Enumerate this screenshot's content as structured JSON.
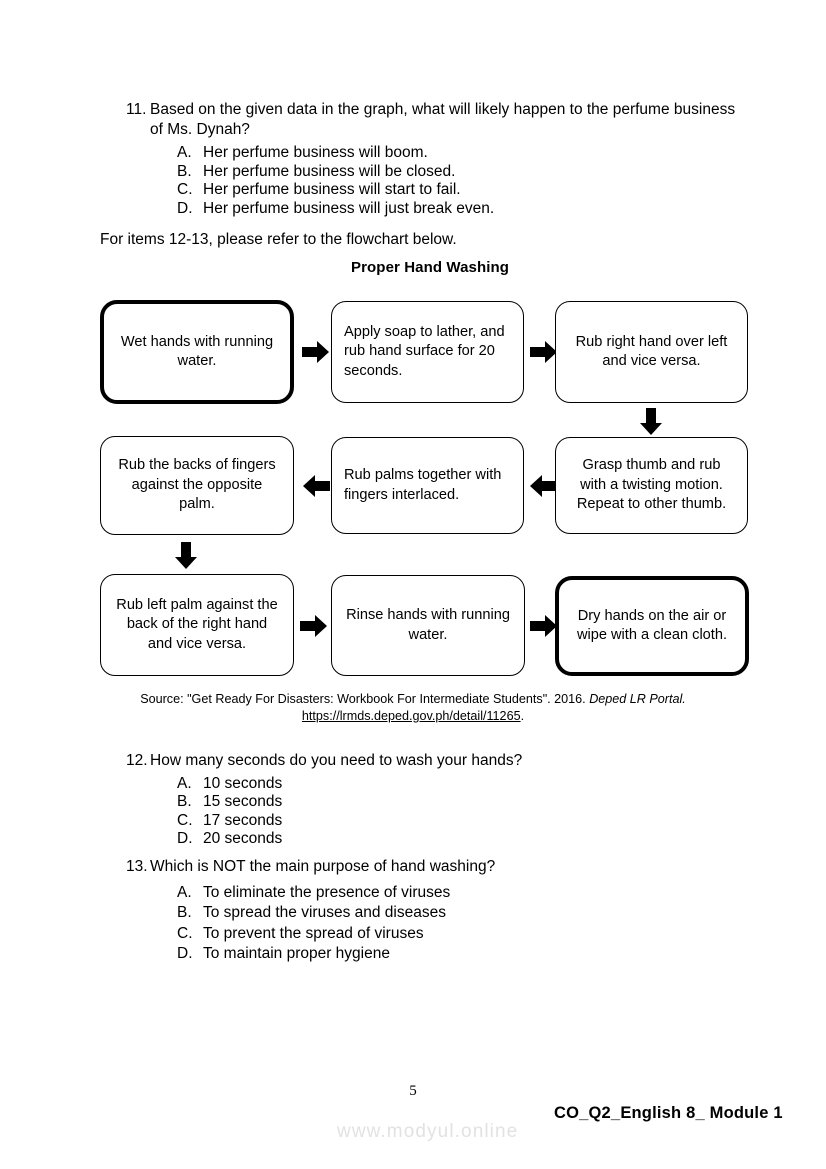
{
  "document": {
    "page_number": "5",
    "module_footer": "CO_Q2_English 8_ Module 1",
    "watermark": "www.modyul.online"
  },
  "question_11": {
    "number": "11.",
    "text_line_1": "Based on the given data in the graph, what will likely happen to the perfume business",
    "text_line_2": "of Ms. Dynah?",
    "options": [
      {
        "letter": "A.",
        "text": "Her perfume business will boom."
      },
      {
        "letter": "B.",
        "text": "Her perfume business will be closed."
      },
      {
        "letter": "C.",
        "text": "Her perfume business will start to fail."
      },
      {
        "letter": "D.",
        "text": "Her perfume business will just break even."
      }
    ]
  },
  "flowchart_intro": "For items 12-13, please refer to the flowchart below.",
  "flowchart": {
    "title": "Proper Hand Washing",
    "steps": [
      {
        "id": 1,
        "text": "Wet hands with running water.",
        "emphasis": true,
        "align": "center"
      },
      {
        "id": 2,
        "text": "Apply soap to lather, and rub hand surface for 20 seconds.",
        "emphasis": false,
        "align": "left"
      },
      {
        "id": 3,
        "text": "Rub right hand over left and vice versa.",
        "emphasis": false,
        "align": "center"
      },
      {
        "id": 4,
        "text": "Grasp thumb and rub with a twisting motion. Repeat to other thumb.",
        "emphasis": false,
        "align": "center"
      },
      {
        "id": 5,
        "text": "Rub palms together with fingers interlaced.",
        "emphasis": false,
        "align": "left"
      },
      {
        "id": 6,
        "text": "Rub the backs of fingers against the opposite palm.",
        "emphasis": false,
        "align": "center"
      },
      {
        "id": 7,
        "text": "Rub left palm against the back of the right hand and vice versa.",
        "emphasis": false,
        "align": "center"
      },
      {
        "id": 8,
        "text": "Rinse hands with running water.",
        "emphasis": false,
        "align": "center"
      },
      {
        "id": 9,
        "text": "Dry hands on the air or wipe with a clean cloth.",
        "emphasis": true,
        "align": "center"
      }
    ],
    "arrows": [
      {
        "id": "a1",
        "direction": "right"
      },
      {
        "id": "a2",
        "direction": "right"
      },
      {
        "id": "a3",
        "direction": "down"
      },
      {
        "id": "a4",
        "direction": "left"
      },
      {
        "id": "a5",
        "direction": "left"
      },
      {
        "id": "a6",
        "direction": "down"
      },
      {
        "id": "a7",
        "direction": "right"
      },
      {
        "id": "a8",
        "direction": "right"
      }
    ],
    "source": {
      "prefix": "Source: \"Get Ready For Disasters: Workbook For Intermediate Students\". 2016. ",
      "publication": "Deped LR Portal.",
      "url": "https://lrmds.deped.gov.ph/detail/11265",
      "suffix": "."
    }
  },
  "question_12": {
    "number": "12.",
    "text": "How many seconds do you need to wash your hands?",
    "options": [
      {
        "letter": "A.",
        "text": "10 seconds"
      },
      {
        "letter": "B.",
        "text": "15 seconds"
      },
      {
        "letter": "C.",
        "text": "17 seconds"
      },
      {
        "letter": "D.",
        "text": "20 seconds"
      }
    ]
  },
  "question_13": {
    "number": "13.",
    "text": "Which is NOT the main purpose of hand washing?",
    "options": [
      {
        "letter": "A.",
        "text": "To eliminate the presence of viruses"
      },
      {
        "letter": "B.",
        "text": "To spread the viruses and diseases"
      },
      {
        "letter": "C.",
        "text": "To prevent the spread of viruses"
      },
      {
        "letter": "D.",
        "text": "To maintain proper hygiene"
      }
    ]
  }
}
